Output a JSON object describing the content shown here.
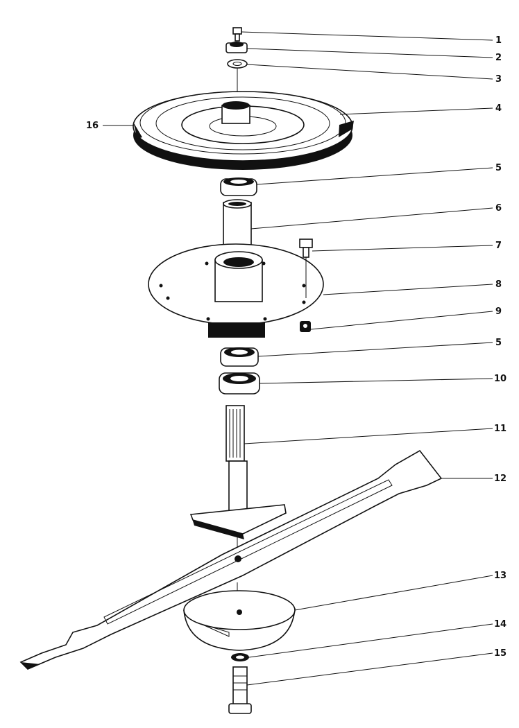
{
  "diagram": {
    "callouts": [
      "1",
      "2",
      "3",
      "4",
      "5",
      "6",
      "7",
      "8",
      "9",
      "5",
      "10",
      "11",
      "12",
      "13",
      "14",
      "15",
      "16"
    ]
  },
  "colors": {
    "ink": "#111111",
    "background": "#ffffff"
  }
}
